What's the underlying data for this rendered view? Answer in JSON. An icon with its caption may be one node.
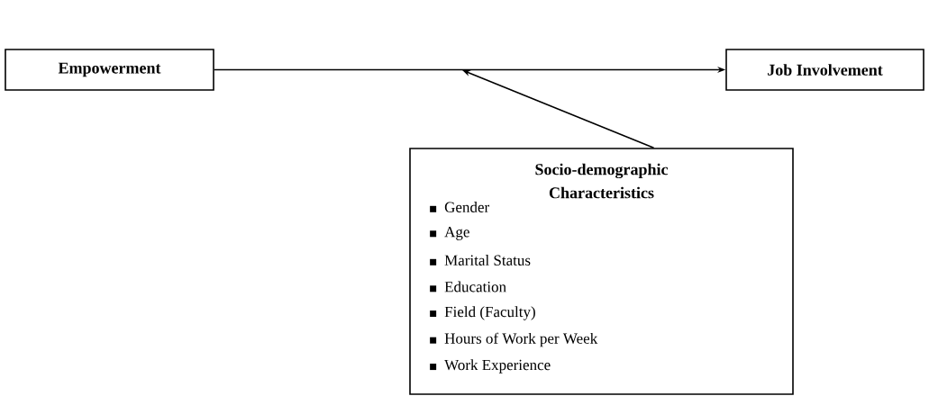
{
  "diagram": {
    "nodes": [
      {
        "text": [
          "Empowerment"
        ]
      },
      {
        "text": [
          "Job Involvement"
        ]
      },
      {
        "text": [
          "Socio-demographic Characteristics",
          "Gender",
          "Age",
          "Marital Status",
          "Education",
          "Field (Faculty)",
          "Hours of Work per Week",
          "Work Experience"
        ]
      }
    ],
    "edges": [
      {
        "from": 0,
        "to": 1,
        "arrow": "to"
      },
      {
        "from": 2,
        "to": null,
        "arrow": "to"
      }
    ]
  }
}
